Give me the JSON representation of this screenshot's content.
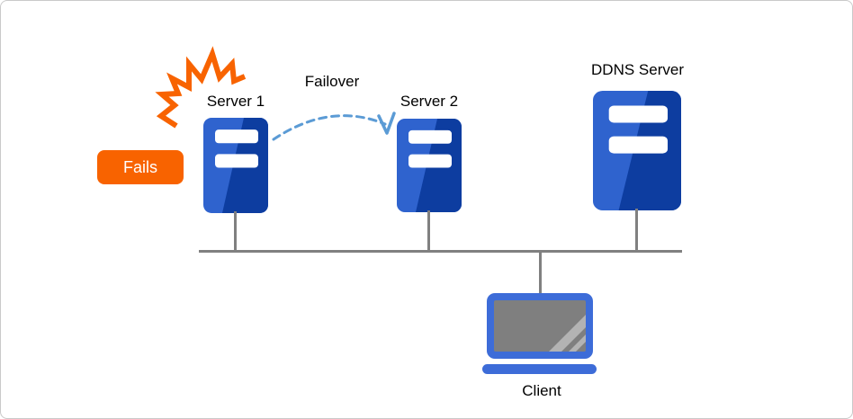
{
  "diagram": {
    "title_semantic": "Server failover with DDNS diagram",
    "labels": {
      "fails": "Fails",
      "failover": "Failover",
      "server1": "Server 1",
      "server2": "Server 2",
      "ddns": "DDNS Server",
      "client": "Client"
    }
  },
  "colors": {
    "orange": "#f86300",
    "server_light": "#2f63ce",
    "server_dark": "#0d3da0",
    "arc_blue": "#5b9bd5",
    "laptop_blue": "#3d6cd8",
    "screen_gray": "#7f7f7f",
    "stripe_gray": "#b3b3b3",
    "bus_gray": "#808080",
    "text": "#000000",
    "canvas_border": "#c9c9c9"
  }
}
